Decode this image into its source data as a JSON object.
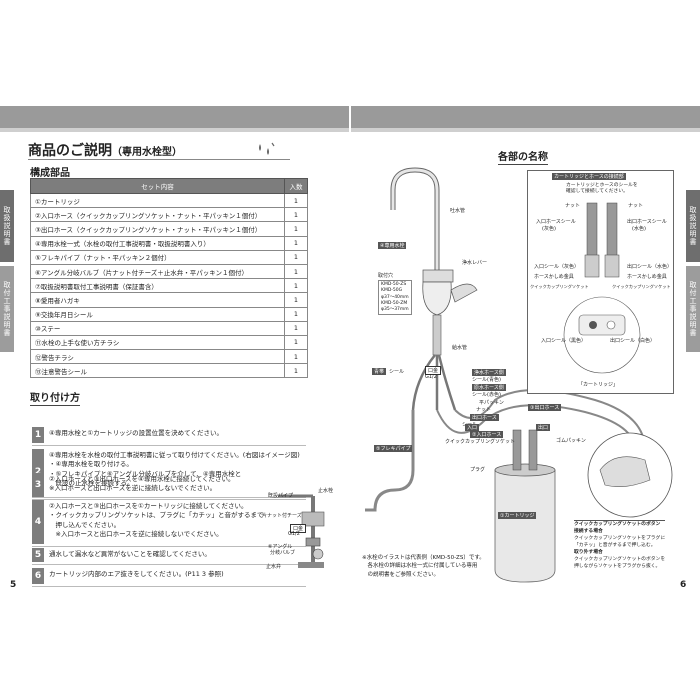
{
  "header": {
    "title": "商品のご説明",
    "subtitle": "（専用水栓型）"
  },
  "left": {
    "parts_heading": "構成部品",
    "table": {
      "col_set": "セット内容",
      "col_qty": "入数",
      "rows": [
        {
          "item": "①カートリッジ",
          "qty": "1"
        },
        {
          "item": "②入口ホース（クイックカップリングソケット・ナット・平パッキン１個付）",
          "qty": "1"
        },
        {
          "item": "③出口ホース（クイックカップリングソケット・ナット・平パッキン１個付）",
          "qty": "1"
        },
        {
          "item": "④専用水栓一式（水栓の取付工事説明書・取扱説明書入り）",
          "qty": "1"
        },
        {
          "item": "⑤フレキパイプ（ナット・平パッキン２個付）",
          "qty": "1"
        },
        {
          "item": "⑥アングル分岐バルブ（片ナット付チーズ＋止水弁・平パッキン１個付）",
          "qty": "1"
        },
        {
          "item": "⑦取扱説明書取付工事説明書（保証書含）",
          "qty": "1"
        },
        {
          "item": "⑧愛用者ハガキ",
          "qty": "1"
        },
        {
          "item": "⑨交換年月日シール",
          "qty": "1"
        },
        {
          "item": "⑩ステー",
          "qty": "1"
        },
        {
          "item": "⑪水栓の上手な使い方チラシ",
          "qty": "1"
        },
        {
          "item": "⑫警告チラシ",
          "qty": "1"
        },
        {
          "item": "⑬注意警告シール",
          "qty": "1"
        }
      ]
    },
    "install_heading": "取り付け方",
    "steps": [
      {
        "num": "1",
        "lines": [
          "④専用水栓と①カートリッジの設置位置を決めてください。"
        ]
      },
      {
        "num": "2",
        "lines": [
          "④専用水栓を水栓の取付工事説明書に従って取り付けてください。(右図はイメージ図)",
          "・④専用水栓を取り付ける。",
          "・⑤フレキパイプと⑥アングル分岐バルブを介して、④専用水栓と",
          "　既設の止水栓を接続する。"
        ]
      },
      {
        "num": "3",
        "lines": [
          "②入口ホースと③出口ホースを④専用水栓に接続してください。",
          "※入口ホースと出口ホースを逆に接続しないでください。"
        ]
      },
      {
        "num": "4",
        "lines": [
          "②入口ホースと③出口ホースを①カートリッジに接続してください。",
          "・クイックカップリングソケットは、プラグに「カチッ」と音がするまで",
          "　押し込んでください。",
          "　※入口ホースと出口ホースを逆に接続しないでください。"
        ]
      },
      {
        "num": "5",
        "lines": [
          "通水して漏水など異常がないことを確認してください。"
        ]
      },
      {
        "num": "6",
        "lines": [
          "カートリッジ内部のエア抜きをしてください。(P11 3 参照)"
        ]
      }
    ],
    "step2_fig": {
      "kiki": "既設パイプ",
      "shisui": "止水栓",
      "katanut": "片ナット付チーズ",
      "kuchigane": "口金",
      "kuchigane2": "G1/2",
      "angle": "⑥アングル",
      "angle2": "分岐バルブ",
      "shisuiben": "止水弁"
    },
    "page_number": "5"
  },
  "right": {
    "heading": "各部の名称",
    "labels": {
      "tosuikan": "吐水管",
      "senyou": "④専用水栓",
      "jousuilever": "浄水レバー",
      "kyusui": "給水管",
      "katashiki": "取付穴",
      "kmd1": "KMD-50-ZS",
      "kmd2": "KMD-50G",
      "kmd3": "φ37〜40mm",
      "kmd4": "KMD-50-ZM",
      "kmd5": "φ35〜37mm",
      "seal_blue": "青帯",
      "seal": "シール",
      "kuchigane": "口金",
      "kuchigane2": "G1/2",
      "jousui_hose": "浄水ホース側",
      "seal_blue2": "シール(青色)",
      "gensui_hose": "原水ホース側",
      "seal_red": "シール(赤色)",
      "hirapackin": "平パッキン",
      "nut": "ナット",
      "outlet_hose_tag": "出口ホース",
      "inlet_hose": "②入口ホース",
      "outlet_hose": "③出口ホース",
      "quick_socket": "クイックカップリングソケット",
      "inlet_short": "入口",
      "outlet_short": "出口",
      "gomupackin": "ゴムパッキン",
      "plug": "プラグ",
      "flex": "⑤フレキパイプ",
      "cartridge": "①カートリッジ"
    },
    "inset": {
      "title": "カートリッジとホースの接続部",
      "note1": "カートリッジとホースのシールを",
      "note2": "確認して接続してください。",
      "nut_l": "ナット",
      "nut_r": "ナット",
      "in_seal": "入口ホースシール",
      "in_seal_color": "(灰色)",
      "out_seal": "出口ホースシール",
      "out_seal_color": "(水色)",
      "in_label": "入口シール（灰色）",
      "out_label": "出口シール（水色）",
      "hose_l": "ホースかしめ金具",
      "hose_r": "ホースかしめ金具",
      "qc_l": "クイックカップリングソケット",
      "qc_r": "クイックカップリングソケット",
      "in_seal_black": "入口シール（黒色）",
      "out_seal_white": "出口シール（白色）",
      "cartridge": "「カートリッジ」"
    },
    "note_bottom": [
      "※水栓のイラストは代表例（KMD-50-ZS）です。",
      "　各水栓の詳細は水栓一式に付属している専用",
      "　の説明書をご参照ください。"
    ],
    "qc_box": {
      "title": "クイックカップリングソケットのボタン",
      "connect": "接続する場合",
      "connect1": "クイックカップリングソケットをプラグに",
      "connect2": "「カチッ」と音がするまで押し込む。",
      "remove": "取り外す場合",
      "remove1": "クイックカップリングソケットのボタンを",
      "remove2": "押しながらソケットをプラグから抜く。"
    },
    "page_number": "6"
  },
  "side_tabs": {
    "left_top": "取扱説明書",
    "left_bottom": "取付工事説明書",
    "right_top": "取扱説明書",
    "right_bottom": "取付工事説明書"
  },
  "colors": {
    "band": "#9a9a9a",
    "tab_dark": "#6e6e6e",
    "tab_light": "#9c9c9c",
    "header_cell": "#7d7d7d"
  }
}
